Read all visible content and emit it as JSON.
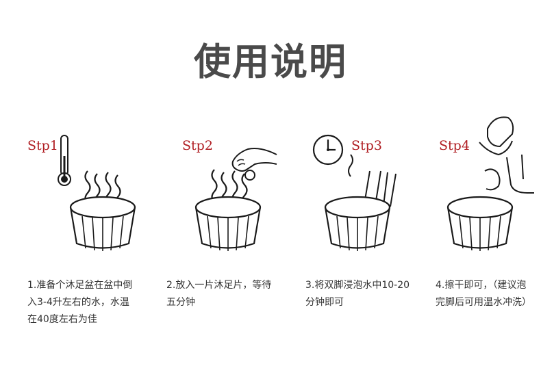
{
  "title": "使用说明",
  "colors": {
    "step_label": "#b01e23",
    "title": "#4a4a4a",
    "stroke": "#1a1a1a"
  },
  "steps": [
    {
      "label": "Stp1",
      "icon": "thermometer-icon",
      "lines": [
        "1.准备个沐足盆在盆中倒",
        "入3-4升左右的水，水温",
        "在40度左右为佳"
      ]
    },
    {
      "label": "Stp2",
      "icon": "hand-dropping-tablet-icon",
      "lines": [
        "2.放入一片沐足片，等待",
        "五分钟"
      ]
    },
    {
      "label": "Stp3",
      "icon": "clock-icon",
      "lines": [
        "3.将双脚浸泡水中10-20",
        "分钟即可"
      ]
    },
    {
      "label": "Stp4",
      "icon": "towel-wiping-foot-icon",
      "lines": [
        "4.擦干即可，（建议泡",
        "完脚后可用温水冲洗）"
      ]
    }
  ]
}
